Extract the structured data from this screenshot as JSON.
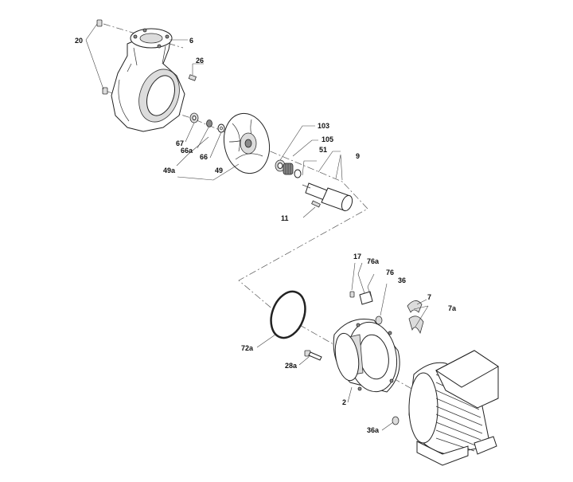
{
  "labels": {
    "l20": "20",
    "l6": "6",
    "l26": "26",
    "l67": "67",
    "l66a": "66a",
    "l66": "66",
    "l49a": "49a",
    "l49": "49",
    "l103": "103",
    "l105": "105",
    "l51": "51",
    "l9": "9",
    "l11": "11",
    "l17": "17",
    "l76a": "76a",
    "l76": "76",
    "l36": "36",
    "l7": "7",
    "l7a": "7a",
    "l72a": "72a",
    "l28a": "28a",
    "l2": "2",
    "l36a": "36a"
  }
}
